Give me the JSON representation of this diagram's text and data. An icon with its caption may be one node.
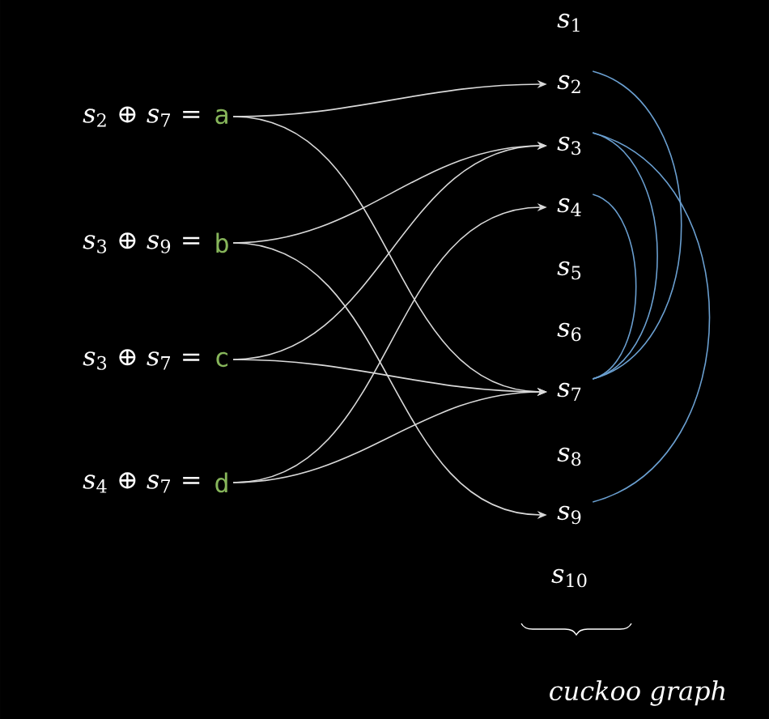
{
  "diagram": {
    "nodes": [
      {
        "text": [
          "a"
        ],
        "beside": [
          "*s*$_{2}$ ⊕ *s*$_{7}$ ="
        ]
      },
      {
        "text": [
          "b"
        ],
        "beside": [
          "*s*$_{3}$ ⊕ *s*$_{9}$ ="
        ]
      },
      {
        "text": [
          "c"
        ],
        "beside": [
          "*s*$_{3}$ ⊕ *s*$_{7}$ ="
        ]
      },
      {
        "text": [
          "d"
        ],
        "beside": [
          "*s*$_{4}$ ⊕ *s*$_{7}$ ="
        ]
      },
      {
        "text": [
          "*s*$_{1}$"
        ]
      },
      {
        "text": [
          "*s*$_{2}$"
        ]
      },
      {
        "text": [
          "*s*$_{3}$"
        ]
      },
      {
        "text": [
          "*s*$_{4}$"
        ]
      },
      {
        "text": [
          "*s*$_{5}$"
        ]
      },
      {
        "text": [
          "*s*$_{6}$"
        ]
      },
      {
        "text": [
          "*s*$_{7}$"
        ]
      },
      {
        "text": [
          "*s*$_{8}$"
        ]
      },
      {
        "text": [
          "*s*$_{9}$"
        ]
      },
      {
        "text": [
          "*s*$_{10}$"
        ]
      }
    ],
    "edges": [
      {
        "from": 0,
        "to": 5,
        "arrow": "to"
      },
      {
        "from": 0,
        "to": 10,
        "arrow": "to"
      },
      {
        "from": 1,
        "to": 6,
        "arrow": "to"
      },
      {
        "from": 1,
        "to": 12,
        "arrow": "to"
      },
      {
        "from": 2,
        "to": 6,
        "arrow": "to"
      },
      {
        "from": 2,
        "to": 10,
        "arrow": "to"
      },
      {
        "from": 3,
        "to": 7,
        "arrow": "to"
      },
      {
        "from": 3,
        "to": 10,
        "arrow": "to"
      },
      {
        "from": 5,
        "to": 10,
        "arrow": "none",
        "color": "#6a9fd0"
      },
      {
        "from": 6,
        "to": 10,
        "arrow": "none",
        "color": "#6a9fd0"
      },
      {
        "from": 7,
        "to": 10,
        "arrow": "none",
        "color": "#6a9fd0"
      },
      {
        "from": 6,
        "to": 12,
        "arrow": "none",
        "color": "#6a9fd0"
      }
    ],
    "labels": [
      "cuckoo graph"
    ]
  }
}
